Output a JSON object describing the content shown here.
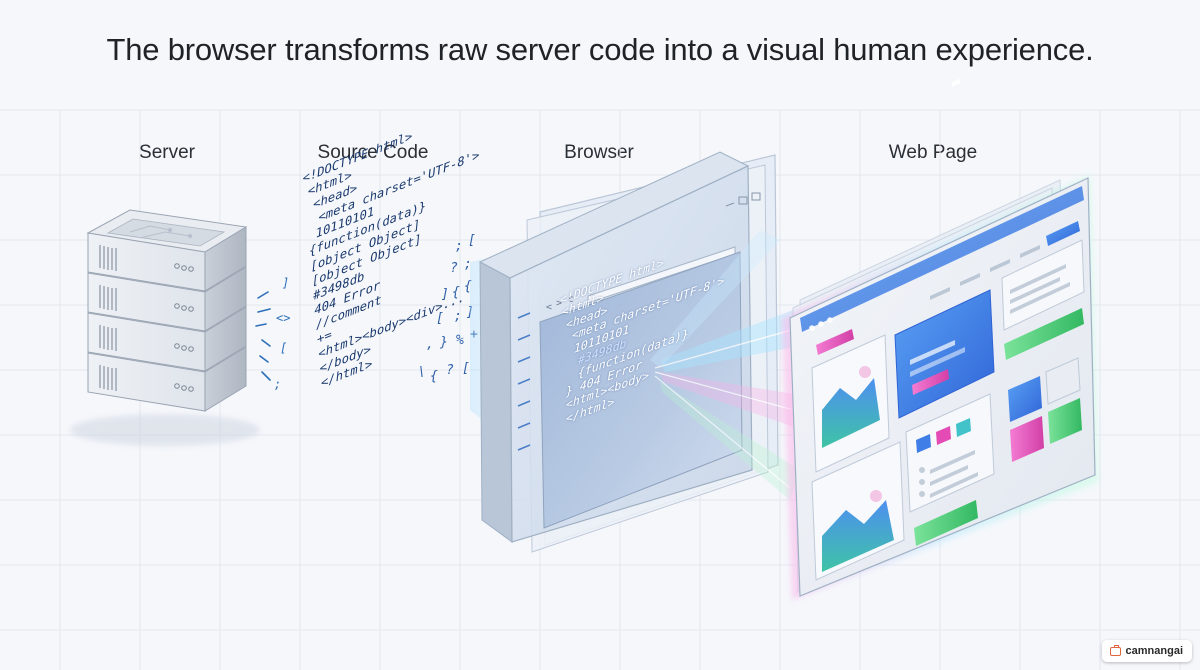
{
  "headline": "The browser transforms raw server code into a visual human experience.",
  "stages": {
    "server": "Server",
    "source_code": "Source Code",
    "browser": "Browser",
    "web_page": "Web Page"
  },
  "source_code_lines": [
    "<!DOCTYPE html>",
    "<html>",
    "<head>",
    "<meta charset='UTF-8'>",
    "10110101",
    "{function(data)}",
    "[object Object]",
    "[object Object]",
    "#3498db",
    "404 Error",
    "//comment",
    "+=",
    "<html><body><div>...",
    "</body>",
    "</html>"
  ],
  "browser_code_lines": [
    "<!DOCTYPE html>",
    "<html>",
    "<head>",
    "<meta charset='UTF-8'>",
    "10110101",
    "#3498db",
    "{function(data)}",
    "} 404 Error",
    "<html><body>",
    "</html>"
  ],
  "watermark": "camnangai",
  "colors": {
    "headline": "#1f2328",
    "code": "#1b3a6e",
    "server_body": "#e4e8ee",
    "accent_blue": "#3e7ee6",
    "accent_pink": "#e54bb4",
    "accent_green": "#3fc46f",
    "accent_teal": "#42c3c9"
  }
}
